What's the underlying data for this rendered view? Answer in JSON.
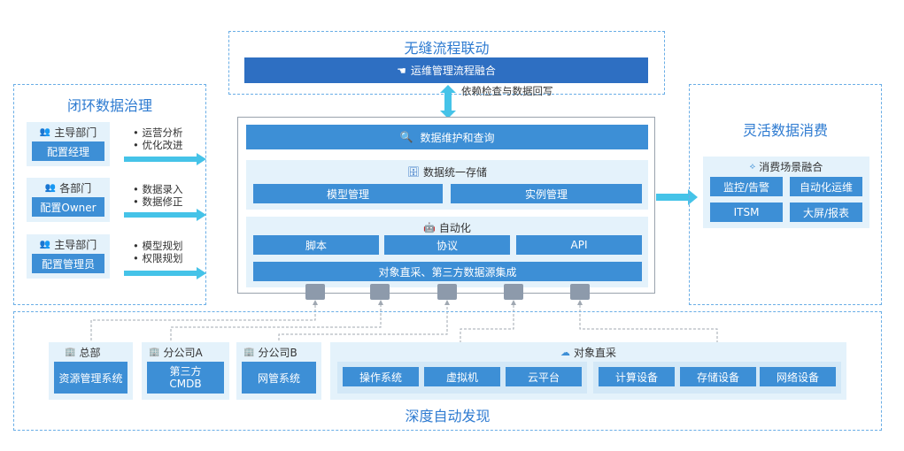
{
  "colors": {
    "accent": "#3d8fd6",
    "dark_accent": "#2e6fc2",
    "pale": "#e4f2fb",
    "arrow": "#45c3e8",
    "dash": "#6aaee6"
  },
  "top": {
    "title": "无缝流程联动",
    "bar": "运维管理流程融合",
    "link_label": "依赖检查与数据回写"
  },
  "left": {
    "title": "闭环数据治理",
    "groups": [
      {
        "head": "主导部门",
        "role": "配置经理",
        "notes": [
          "运营分析",
          "优化改进"
        ]
      },
      {
        "head": "各部门",
        "role": "配置Owner",
        "notes": [
          "数据录入",
          "数据修正"
        ]
      },
      {
        "head": "主导部门",
        "role": "配置管理员",
        "notes": [
          "模型规划",
          "权限规划"
        ]
      }
    ]
  },
  "center": {
    "query": "数据维护和查询",
    "storage": {
      "title": "数据统一存储",
      "items": [
        "模型管理",
        "实例管理"
      ]
    },
    "automation": {
      "title": "自动化",
      "items": [
        "脚本",
        "协议",
        "API"
      ],
      "integration": "对象直采、第三方数据源集成"
    }
  },
  "right": {
    "title": "灵活数据消费",
    "panel_title": "消费场景融合",
    "items": [
      "监控/告警",
      "自动化运维",
      "ITSM",
      "大屏/报表"
    ]
  },
  "bottom": {
    "title": "深度自动发现",
    "sources": [
      {
        "head": "总部",
        "body": "资源管理系统"
      },
      {
        "head": "分公司A",
        "body": "第三方\nCMDB"
      },
      {
        "head": "分公司B",
        "body": "网管系统"
      }
    ],
    "collect": {
      "title": "对象直采",
      "items": [
        "操作系统",
        "虚拟机",
        "云平台",
        "计算设备",
        "存储设备",
        "网络设备"
      ]
    }
  }
}
